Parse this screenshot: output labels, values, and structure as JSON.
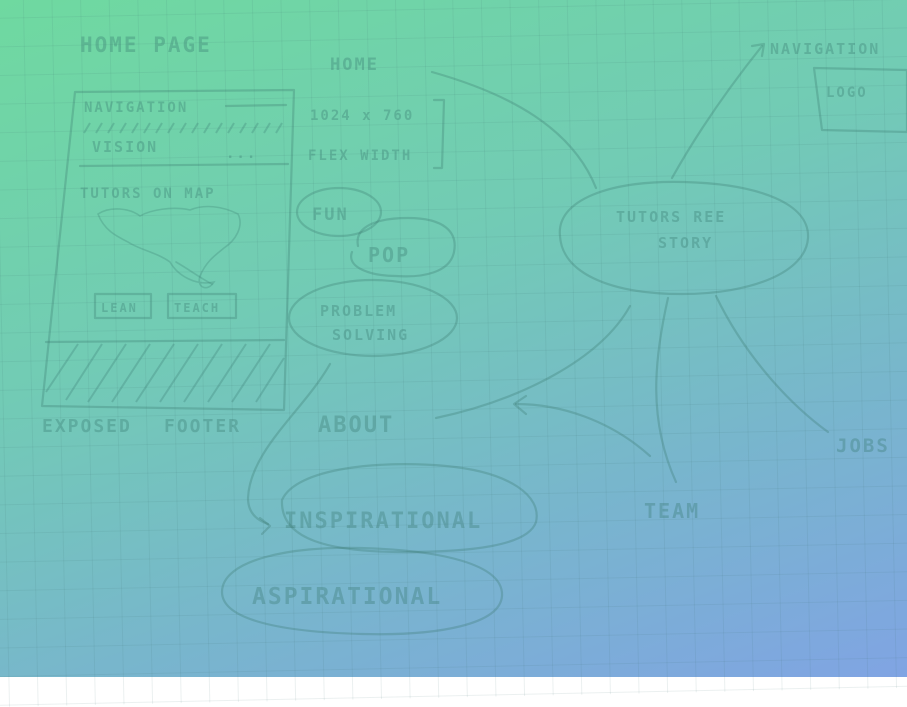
{
  "sketch": {
    "wireframe": {
      "title": "HOME PAGE",
      "navigation": "NAVIGATION",
      "vision": "VISION",
      "vision_dots": "...",
      "tutors_on_map": "TUTORS ON MAP",
      "button_left": "LEAN",
      "button_right": "TEACH",
      "caption_left": "EXPOSED",
      "caption_right": "FOOTER"
    },
    "notes": {
      "home": "HOME",
      "size": "1024 x 760",
      "flex_width": "FLEX WIDTH"
    },
    "bubbles": {
      "fun": "FUN",
      "pop": "POP",
      "problem_solving_1": "PROBLEM",
      "problem_solving_2": "SOLVING",
      "inspirational": "INSPIRATIONAL",
      "aspirational": "ASPIRATIONAL"
    },
    "mindmap": {
      "center_1": "TUTORS REE",
      "center_2": "STORY",
      "navigation": "NAVIGATION",
      "logo": "LOGO",
      "about": "ABOUT",
      "team": "TEAM",
      "jobs": "JOBS"
    }
  },
  "colors": {
    "gradient_top": "#6fd9a0",
    "gradient_bottom": "#80a4e3",
    "ink": "#37786e"
  }
}
